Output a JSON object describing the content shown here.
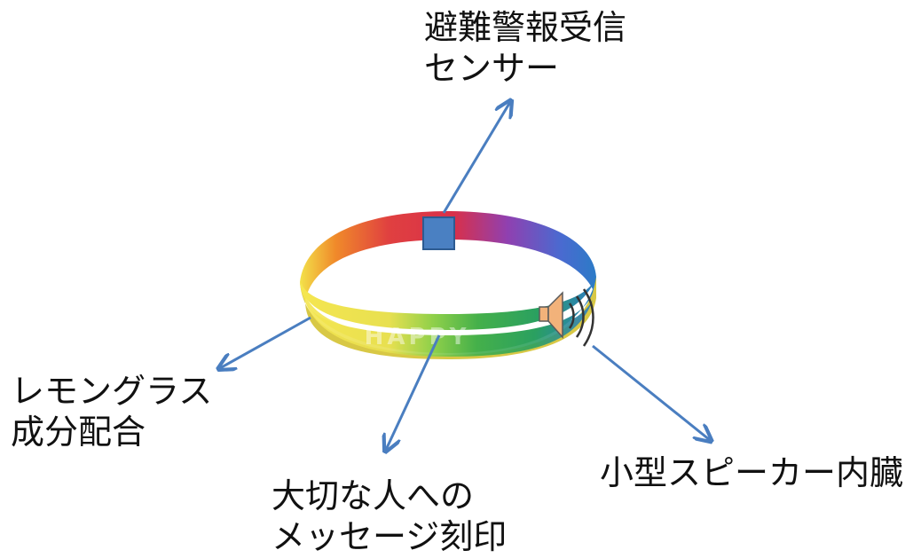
{
  "labels": {
    "sensor": [
      "避難警報受信",
      "センサー"
    ],
    "lemongrass": [
      "レモングラス",
      "成分配合"
    ],
    "message": [
      "大切な人への",
      "メッセージ刻印"
    ],
    "speaker": [
      "小型スピーカー内臓"
    ]
  },
  "band_engraving": "HAPPY",
  "colors": {
    "arrow": "#4a7ec0",
    "sensor_square": "#4a80c2",
    "speaker_body": "#f2b27a",
    "band": [
      "#f3e14a",
      "#f08a2a",
      "#e04040",
      "#d8304a",
      "#9040b0",
      "#4a6ad0",
      "#2c7bc7",
      "#45b04a",
      "#8fd04a"
    ]
  },
  "icons": [
    "sensor-square-icon",
    "speaker-icon",
    "sound-wave-icon"
  ]
}
